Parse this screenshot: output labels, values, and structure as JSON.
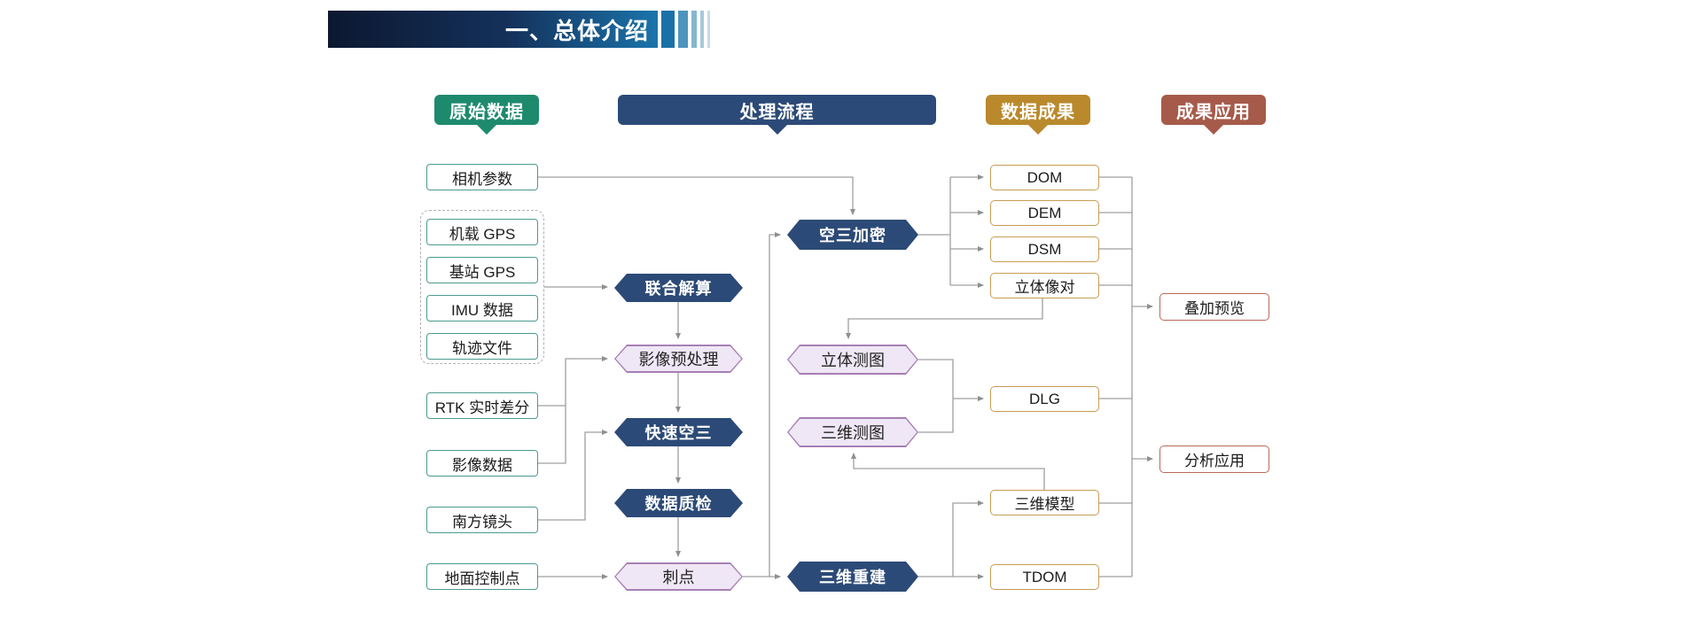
{
  "banner": {
    "title": "一、总体介绍"
  },
  "columns": {
    "raw_data": {
      "label": "原始数据",
      "color": "#1e8a6d"
    },
    "process": {
      "label": "处理流程",
      "color": "#2c4a77"
    },
    "results": {
      "label": "数据成果",
      "color": "#b9892c"
    },
    "applications": {
      "label": "成果应用",
      "color": "#a65a4a"
    }
  },
  "nodes": {
    "camera_params": "相机参数",
    "airborne_gps": "机载 GPS",
    "base_gps": "基站 GPS",
    "imu_data": "IMU 数据",
    "track_file": "轨迹文件",
    "rtk_diff": "RTK 实时差分",
    "image_data": "影像数据",
    "south_lens": "南方镜头",
    "ground_control": "地面控制点",
    "joint_solution": "联合解算",
    "image_preprocess": "影像预处理",
    "fast_aerotriangulation": "快速空三",
    "data_qc": "数据质检",
    "point_prick": "刺点",
    "at_densification": "空三加密",
    "stereo_mapping": "立体测图",
    "mapping_3d": "三维测图",
    "reconstruction_3d": "三维重建",
    "dom": "DOM",
    "dem": "DEM",
    "dsm": "DSM",
    "stereo_pair": "立体像对",
    "dlg": "DLG",
    "model_3d": "三维模型",
    "tdom": "TDOM",
    "overlay_preview": "叠加预览",
    "analysis_app": "分析应用"
  },
  "palette": {
    "banner_gradient_start": "#0c1830",
    "banner_gradient_end": "#1b74ab",
    "navy_node": "#2c4a77",
    "lavender_fill": "#efe7f5",
    "lavender_border": "#a77fb5",
    "teal_box_border": "#4c9a90",
    "gold_box_border": "#c79d55",
    "red_box_border": "#b96a56",
    "connector_gray": "#9f9f9f"
  }
}
